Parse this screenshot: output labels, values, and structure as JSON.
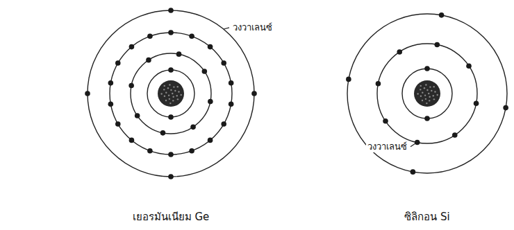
{
  "diagram": {
    "labels": [
      "วงวาเลนซ์",
      "เยอรมันเนียม Ge",
      "วงวาเลนซ์",
      "ซิลิกอน Si"
    ]
  }
}
